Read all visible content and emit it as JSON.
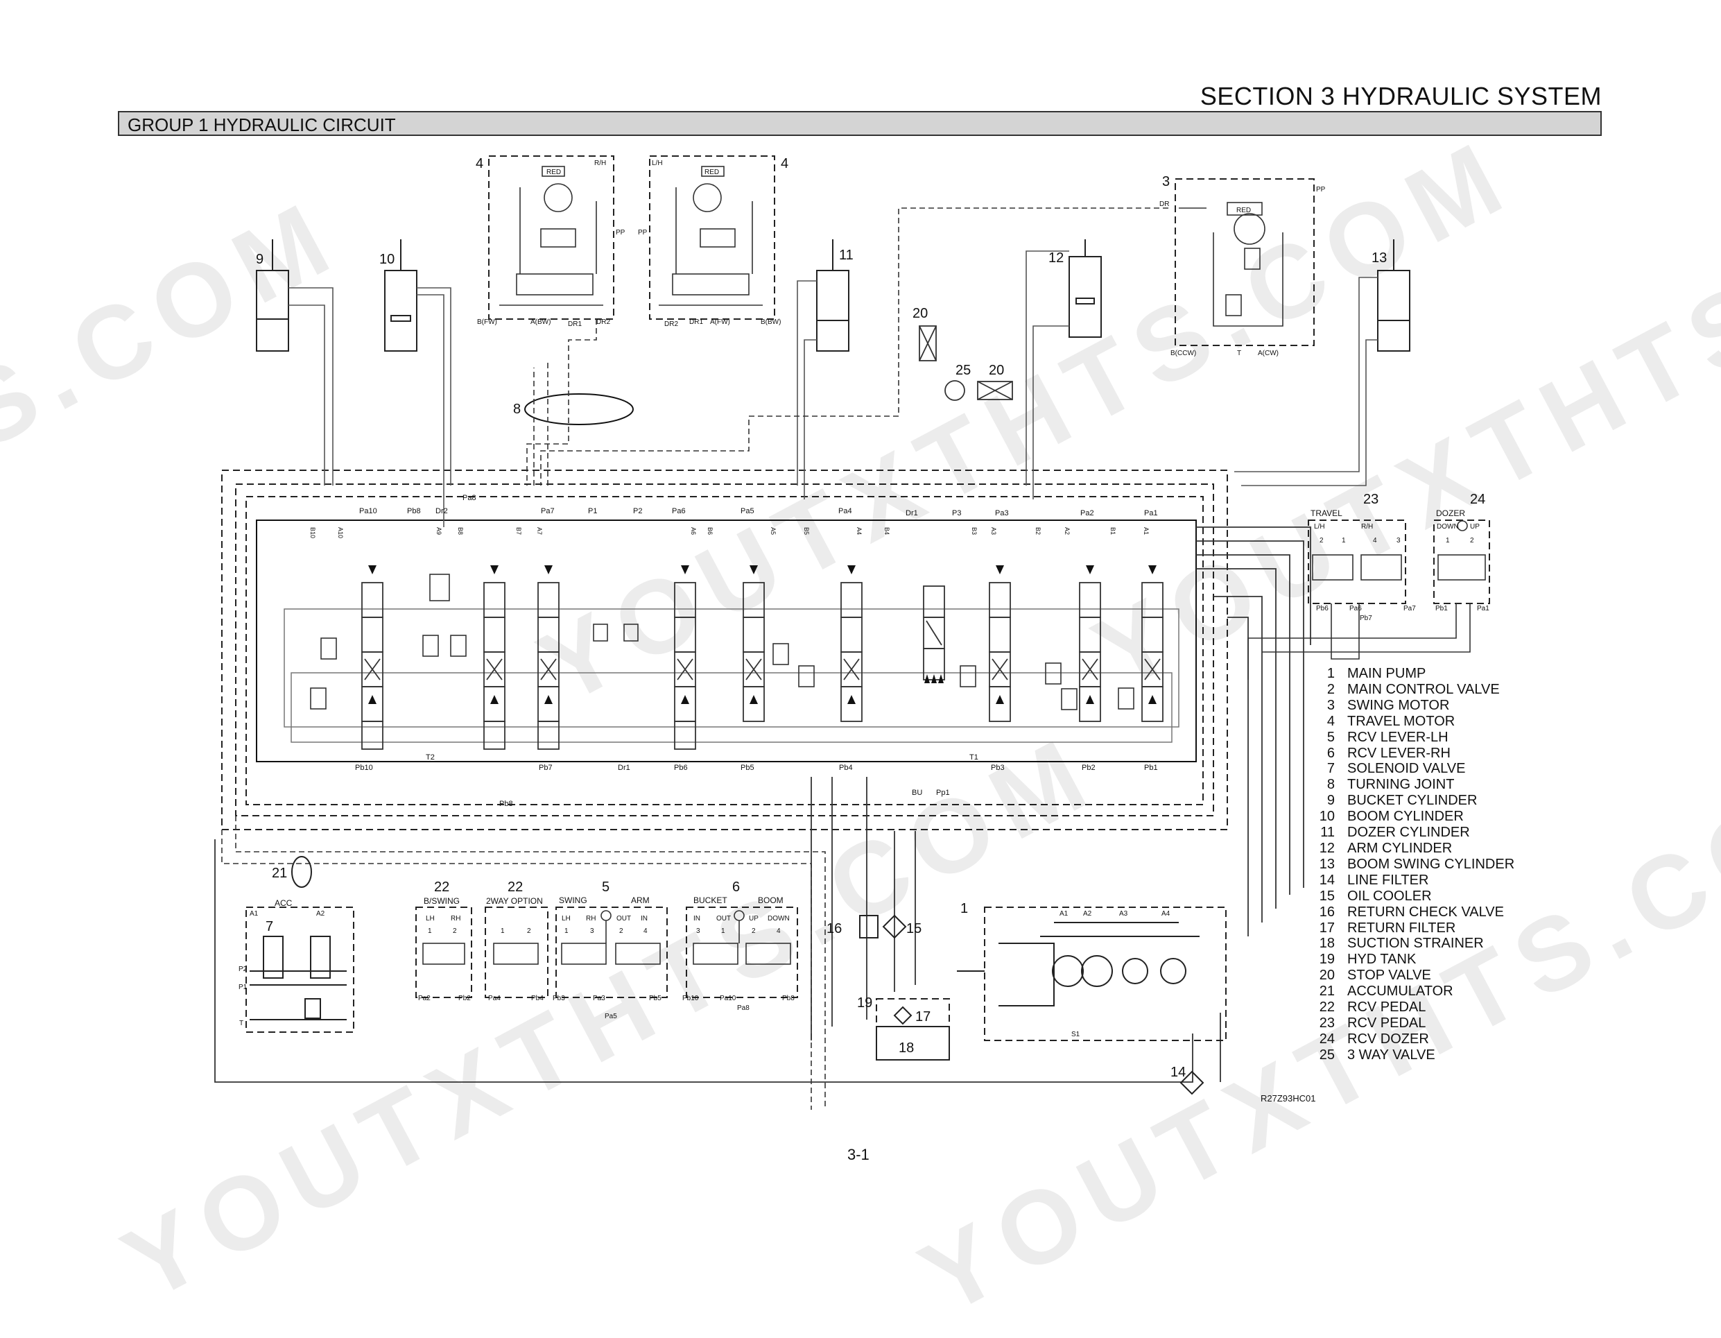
{
  "header": {
    "section_title": "SECTION 3 HYDRAULIC SYSTEM",
    "group_title": "GROUP 1 HYDRAULIC CIRCUIT"
  },
  "watermark": {
    "text": "YOUTXTHTS.COM"
  },
  "components": {
    "c1": "1",
    "c3": "3",
    "c4a": "4",
    "c4b": "4",
    "c5": "5",
    "c6": "6",
    "c7": "7",
    "c8": "8",
    "c9": "9",
    "c10": "10",
    "c11": "11",
    "c12": "12",
    "c13": "13",
    "c14": "14",
    "c15": "15",
    "c16": "16",
    "c17": "17",
    "c18": "18",
    "c19": "19",
    "c20a": "20",
    "c20b": "20",
    "c21": "21",
    "c22a": "22",
    "c22b": "22",
    "c23": "23",
    "c24": "24",
    "c25": "25"
  },
  "pilot_blocks": {
    "travel": "TRAVEL",
    "dozer": "DOZER",
    "b_swing": "B/SWING",
    "two_way_option": "2WAY OPTION",
    "swing": "SWING",
    "arm": "ARM",
    "bucket": "BUCKET",
    "boom": "BOOM",
    "acc": "ACC"
  },
  "ports": {
    "pa10": "Pa10",
    "pb8_top": "Pb8",
    "dr2": "Dr2",
    "pa8_top": "Pa8",
    "pa7": "Pa7",
    "p1": "P1",
    "p2": "P2",
    "pa6": "Pa6",
    "pa5": "Pa5",
    "pa4": "Pa4",
    "dr1_top": "Dr1",
    "p3": "P3",
    "pa3": "Pa3",
    "pa2": "Pa2",
    "pa1": "Pa1",
    "pb10": "Pb10",
    "t2": "T2",
    "pb7": "Pb7",
    "dr1_bot": "Dr1",
    "pb6": "Pb6",
    "pb5": "Pb5",
    "pb4": "Pb4",
    "t1": "T1",
    "pb3": "Pb3",
    "pb2": "Pb2",
    "pb1": "Pb1",
    "pb8_bot": "Pb8",
    "bu": "BU",
    "pp1": "Pp1",
    "spool_b10": "B10",
    "spool_a10": "A10",
    "spool_a9": "A9",
    "spool_b8": "B8",
    "spool_b7": "B7",
    "spool_a7": "A7",
    "spool_a6": "A6",
    "spool_b6": "B6",
    "spool_a5": "A5",
    "spool_b5": "B5",
    "spool_a4": "A4",
    "spool_b4": "B4",
    "spool_b3": "B3",
    "spool_a3": "A3",
    "spool_b2": "B2",
    "spool_a2": "A2",
    "spool_b1": "B1",
    "spool_a1": "A1",
    "red_l": "RED",
    "red_r": "RED",
    "red_swing": "RED",
    "rh": "R/H",
    "lh": "L/H",
    "pp_l": "PP",
    "pp_r": "PP",
    "pp_swing": "PP",
    "bfw_l": "B(FW)",
    "abw_l": "A(BW)",
    "dr1_tm": "DR1",
    "dr2_tm": "DR2",
    "dr2_tm2": "DR2",
    "dr1_tm2": "DR1",
    "afw_r": "A(FW)",
    "bbw_r": "B(BW)",
    "dr_swing": "DR",
    "bccw": "B(CCW)",
    "t_swing": "T",
    "acw": "A(CW)",
    "pump_a1": "A1",
    "pump_a2": "A2",
    "pump_a3": "A3",
    "pump_a4": "A4",
    "pump_s1": "S1",
    "sol_a1": "A1",
    "sol_a2": "A2",
    "sol_p2": "P2",
    "sol_p1": "P1",
    "sol_t": "T",
    "tr_lh": "L/H",
    "tr_rh": "R/H",
    "tr_2": "2",
    "tr_1": "1",
    "tr_4": "4",
    "tr_3": "3",
    "tr_pb6": "Pb6",
    "tr_pa6": "Pa6",
    "tr_pb7": "Pb7",
    "tr_pa7": "Pa7",
    "dz_down": "DOWN",
    "dz_up": "UP",
    "dz_1": "1",
    "dz_2": "2",
    "dz_pb1": "Pb1",
    "dz_pa1": "Pa1",
    "bs_lh": "LH",
    "bs_rh": "RH",
    "bs_1": "1",
    "bs_2": "2",
    "bs_pa2": "Pa2",
    "bs_pb2": "Pb2",
    "op_1": "1",
    "op_2": "2",
    "op_pa4": "Pa4",
    "op_pb4": "Pb4",
    "sw_lh": "LH",
    "sw_rh": "RH",
    "sw_out": "OUT",
    "sw_in": "IN",
    "sw_1": "1",
    "sw_3": "3",
    "sw_2": "2",
    "sw_4": "4",
    "sw_pb3": "Pb3",
    "sw_pa3": "Pa3",
    "sw_pa5": "Pa5",
    "sw_pb5": "Pb5",
    "bk_in": "IN",
    "bk_out": "OUT",
    "bk_up": "UP",
    "bk_down": "DOWN",
    "bk_3": "3",
    "bk_1": "1",
    "bk_2": "2",
    "bk_4": "4",
    "bk_pb10": "Pb10",
    "bk_pa10": "Pa10",
    "bk_pa8": "Pa8",
    "bk_pb8": "Pb8"
  },
  "legend": [
    {
      "num": "1",
      "name": "MAIN PUMP"
    },
    {
      "num": "2",
      "name": "MAIN CONTROL VALVE"
    },
    {
      "num": "3",
      "name": "SWING MOTOR"
    },
    {
      "num": "4",
      "name": "TRAVEL MOTOR"
    },
    {
      "num": "5",
      "name": "RCV LEVER-LH"
    },
    {
      "num": "6",
      "name": "RCV LEVER-RH"
    },
    {
      "num": "7",
      "name": "SOLENOID VALVE"
    },
    {
      "num": "8",
      "name": "TURNING JOINT"
    },
    {
      "num": "9",
      "name": "BUCKET CYLINDER"
    },
    {
      "num": "10",
      "name": "BOOM CYLINDER"
    },
    {
      "num": "11",
      "name": "DOZER CYLINDER"
    },
    {
      "num": "12",
      "name": "ARM CYLINDER"
    },
    {
      "num": "13",
      "name": "BOOM SWING CYLINDER"
    },
    {
      "num": "14",
      "name": "LINE FILTER"
    },
    {
      "num": "15",
      "name": "OIL COOLER"
    },
    {
      "num": "16",
      "name": "RETURN CHECK VALVE"
    },
    {
      "num": "17",
      "name": "RETURN FILTER"
    },
    {
      "num": "18",
      "name": "SUCTION STRAINER"
    },
    {
      "num": "19",
      "name": "HYD TANK"
    },
    {
      "num": "20",
      "name": "STOP VALVE"
    },
    {
      "num": "21",
      "name": "ACCUMULATOR"
    },
    {
      "num": "22",
      "name": "RCV PEDAL"
    },
    {
      "num": "23",
      "name": "RCV PEDAL"
    },
    {
      "num": "24",
      "name": "RCV DOZER"
    },
    {
      "num": "25",
      "name": "3 WAY VALVE"
    }
  ],
  "drawing_code": "R27Z93HC01",
  "page_number": "3-1"
}
